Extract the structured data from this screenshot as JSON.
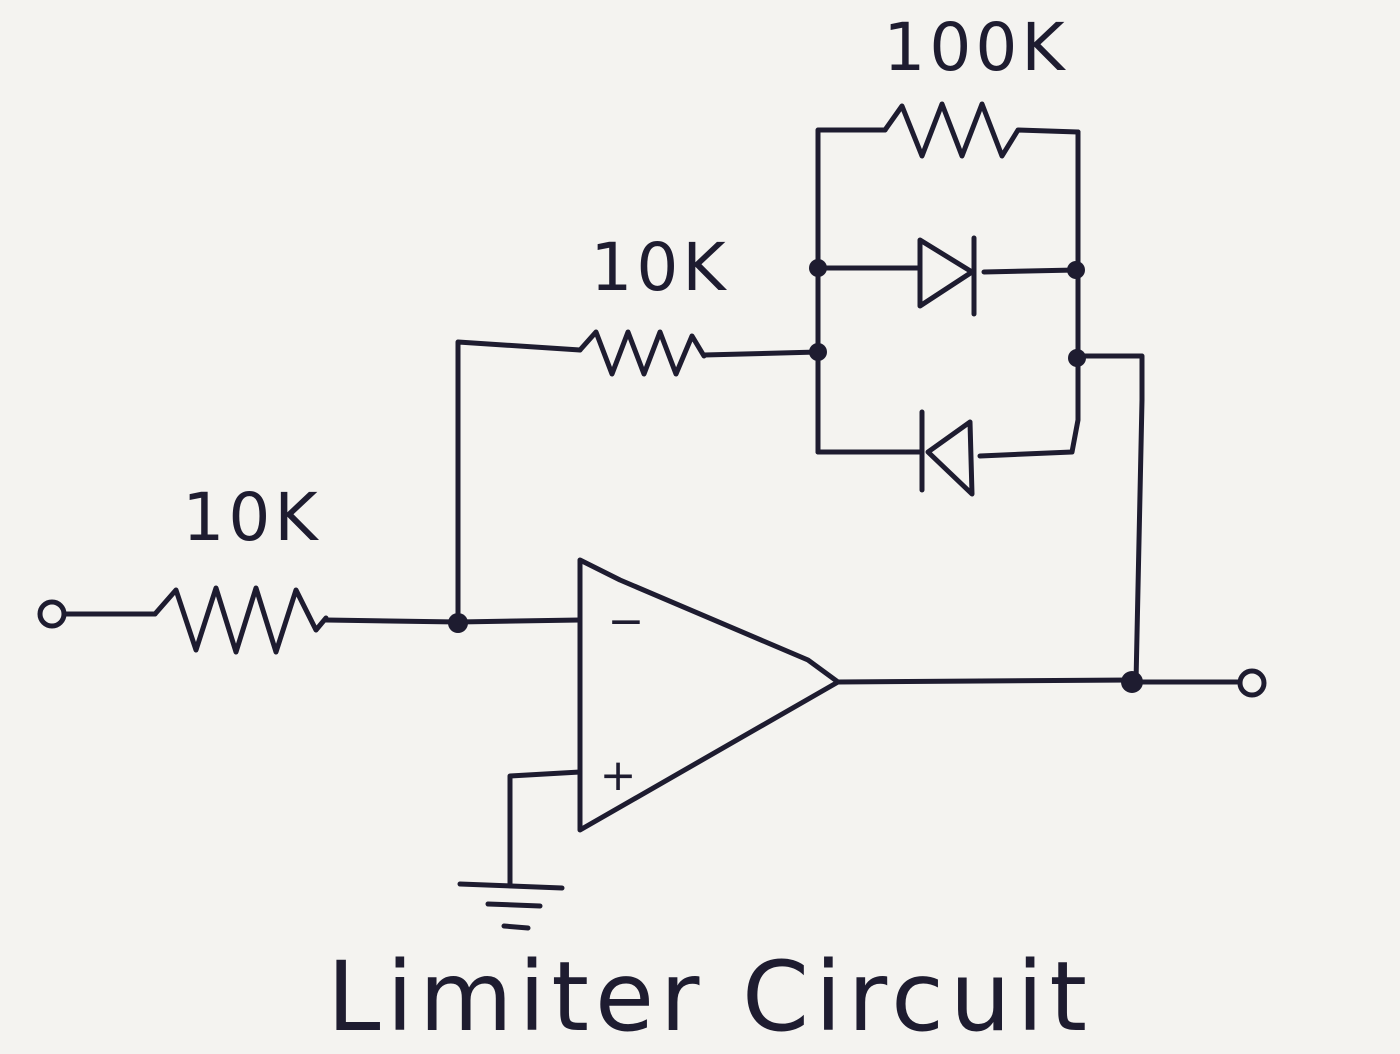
{
  "diagram": {
    "title": "Limiter Circuit",
    "colors": {
      "ink": "#1e1c30",
      "paper": "#f4f3f0"
    },
    "components": {
      "input_resistor": {
        "label": "10K"
      },
      "feedback_resistor": {
        "label": "10K"
      },
      "parallel_resistor": {
        "label": "100K"
      },
      "diode_forward": {
        "symbol": "diode"
      },
      "diode_reverse": {
        "symbol": "diode"
      },
      "op_amp": {
        "inverting_sign": "−",
        "noninverting_sign": "+"
      },
      "ground": {
        "symbol": "ground"
      }
    },
    "terminals": [
      "input-terminal",
      "output-terminal"
    ]
  }
}
